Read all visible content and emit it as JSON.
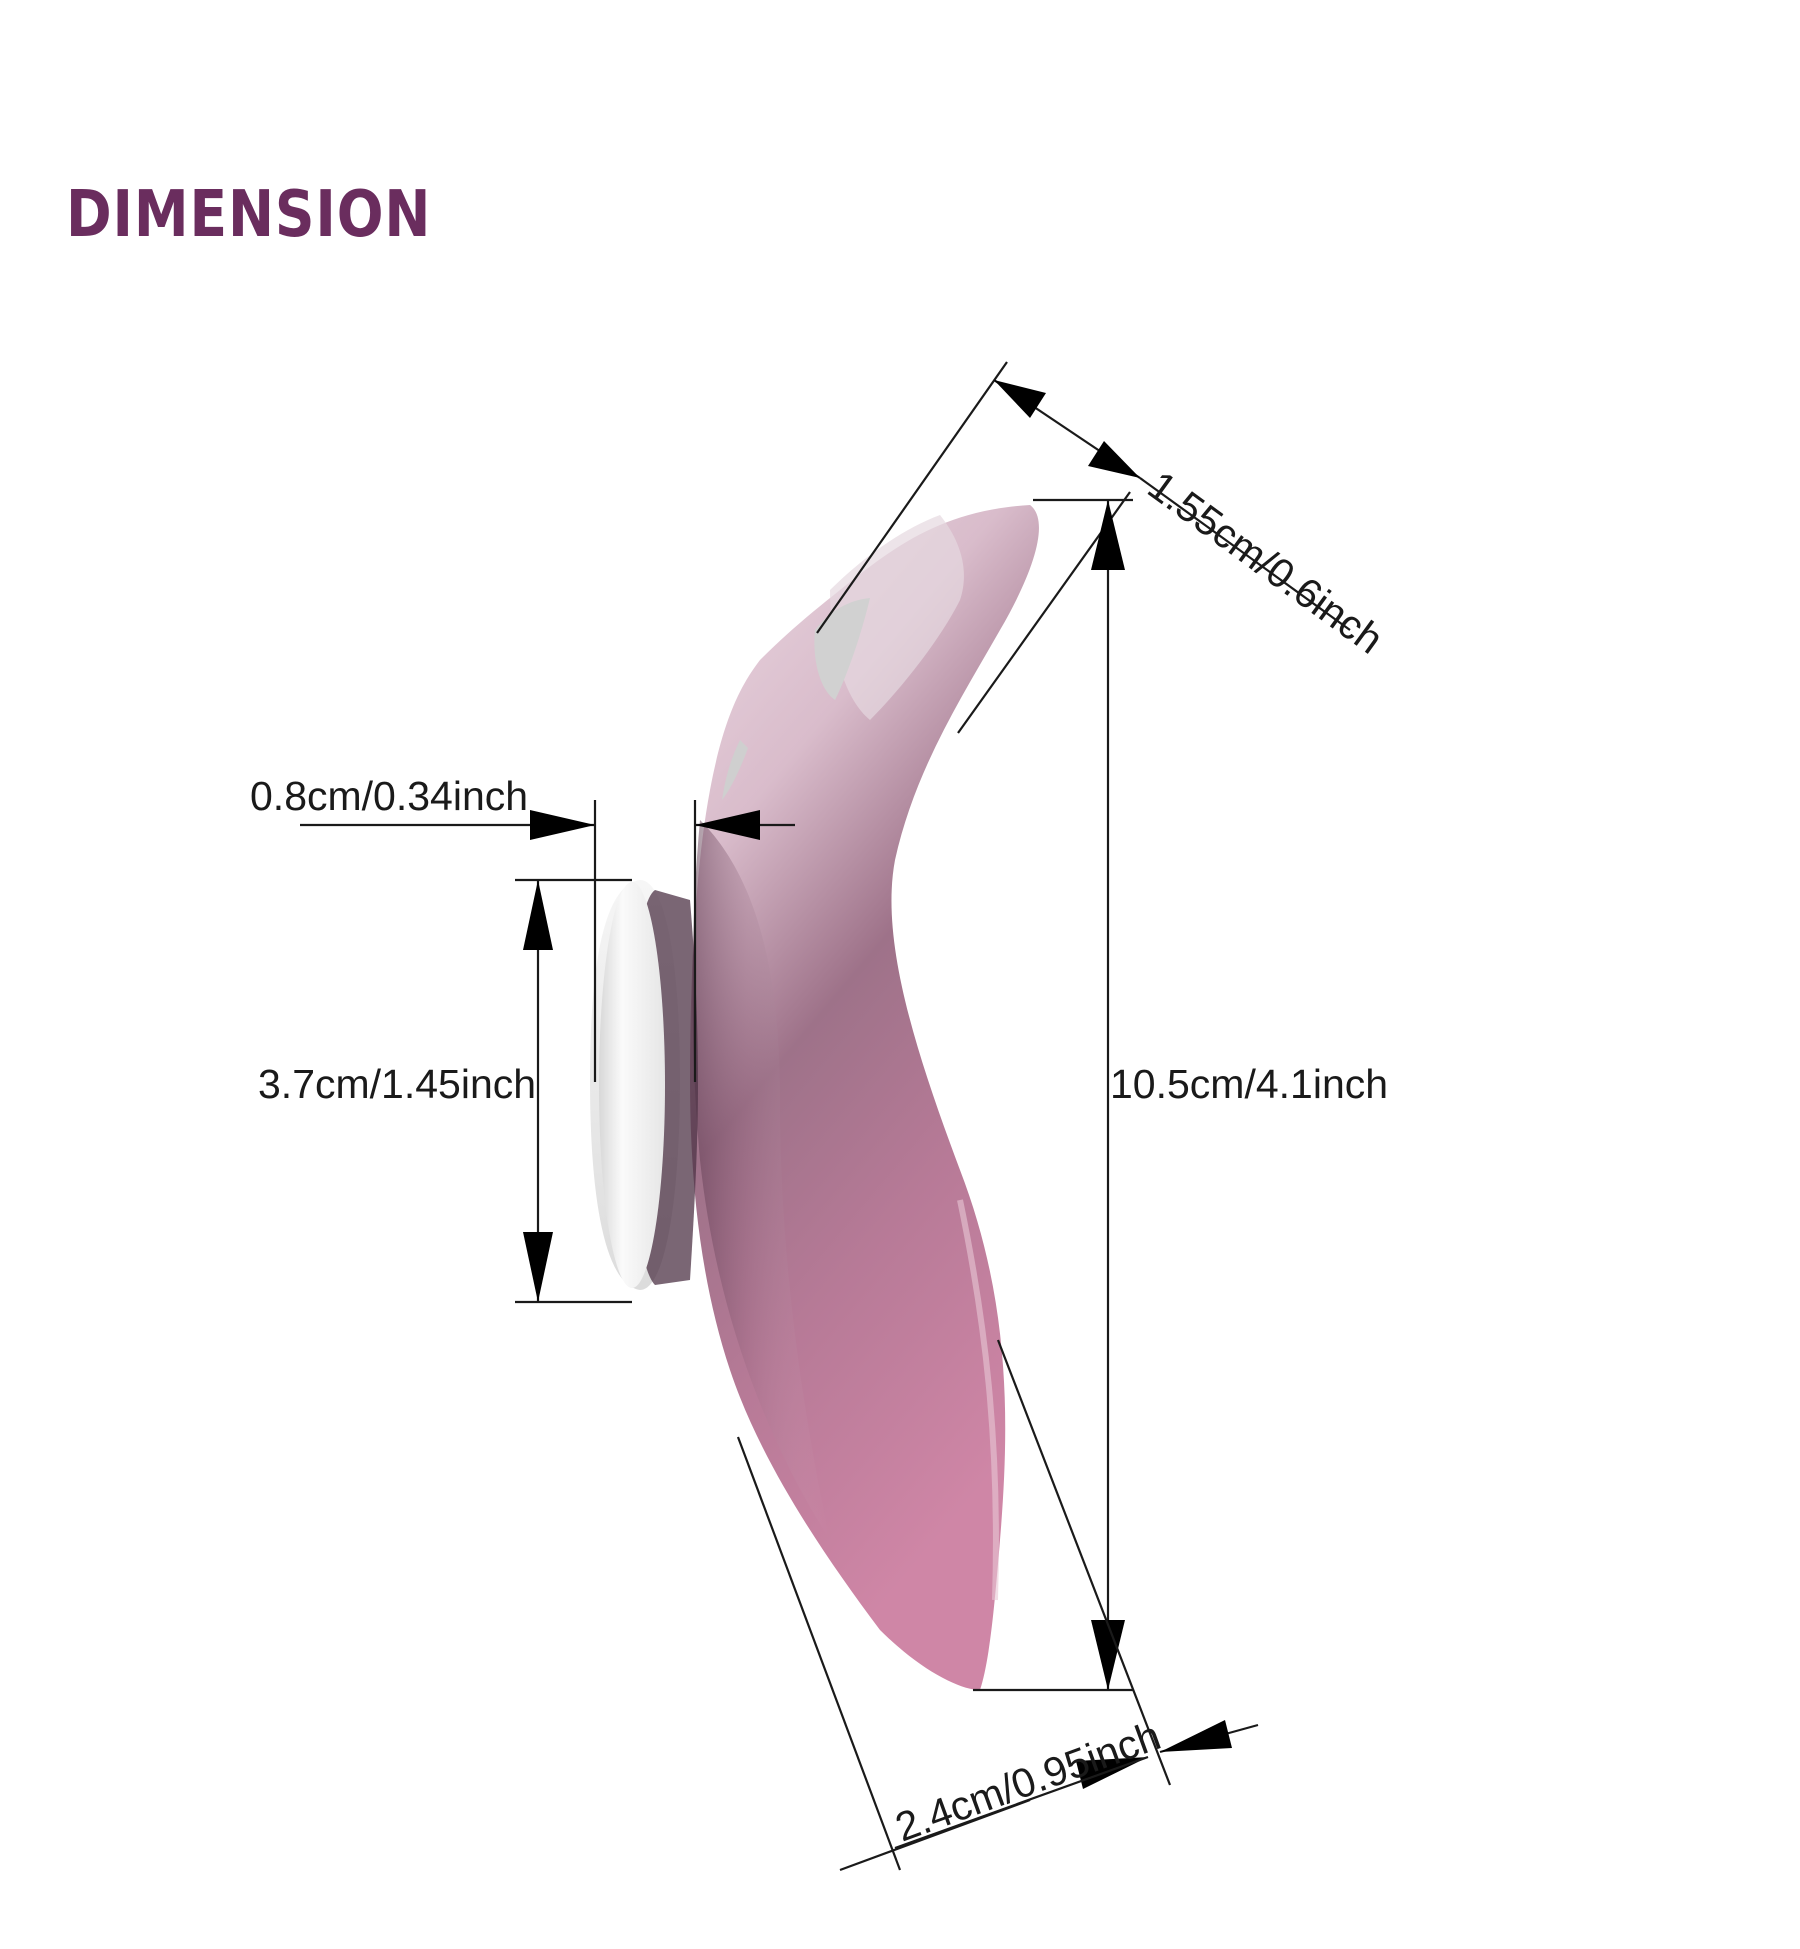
{
  "page": {
    "heading": "DIMENSION",
    "colors": {
      "heading": "#6a2d5e",
      "body_top": "#e8d5df",
      "body_mid": "#9a6c86",
      "body_bottom": "#c87c9e",
      "cap": "#f2f2f2",
      "lines": "#1a1a1a"
    }
  },
  "dimensions": {
    "thickness_top": "1.55cm/0.6inch",
    "magnet_offset": "0.8cm/0.34inch",
    "magnet_diameter": "3.7cm/1.45inch",
    "total_length": "10.5cm/4.1inch",
    "width_bottom": "2.4cm/0.95inch"
  }
}
